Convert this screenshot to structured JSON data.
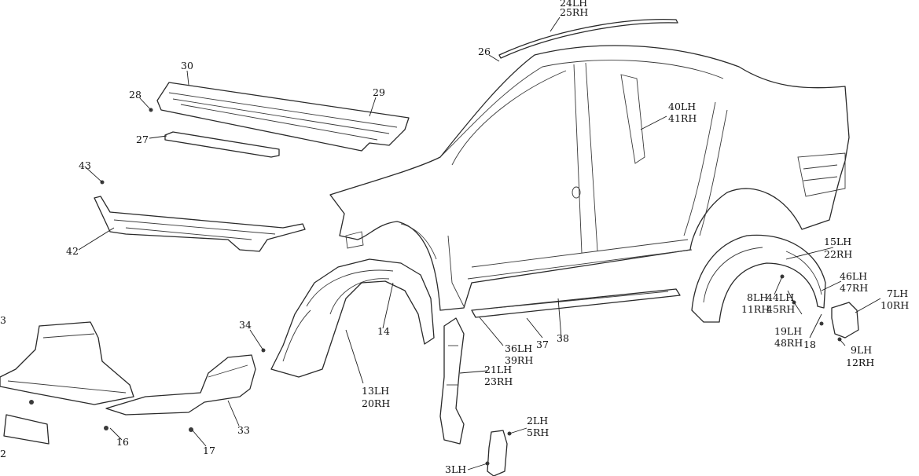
{
  "labels": {
    "p2": "2",
    "p3": "3",
    "p2lh": "2LH",
    "p5rh": "5RH",
    "p3lh": "3LH",
    "p7lh": "7LH",
    "p10rh": "10RH",
    "p8lh": "8LH",
    "p11rh": "11RH",
    "p9lh": "9LH",
    "p12rh": "12RH",
    "p13lh": "13LH",
    "p20rh": "20RH",
    "p14": "14",
    "p15lh": "15LH",
    "p22rh": "22RH",
    "p16": "16",
    "p17": "17",
    "p18": "18",
    "p19lh": "19LH",
    "p48rh": "48RH",
    "p21lh": "21LH",
    "p23rh": "23RH",
    "p24lh": "24LH",
    "p25rh": "25RH",
    "p26": "26",
    "p27": "27",
    "p28": "28",
    "p29": "29",
    "p30": "30",
    "p33": "33",
    "p34": "34",
    "p36lh": "36LH",
    "p39rh": "39RH",
    "p37": "37",
    "p38": "38",
    "p40lh": "40LH",
    "p41rh": "41RH",
    "p42": "42",
    "p43": "43",
    "p44lh": "44LH",
    "p45rh": "45RH",
    "p46lh": "46LH",
    "p47rh": "47RH"
  }
}
